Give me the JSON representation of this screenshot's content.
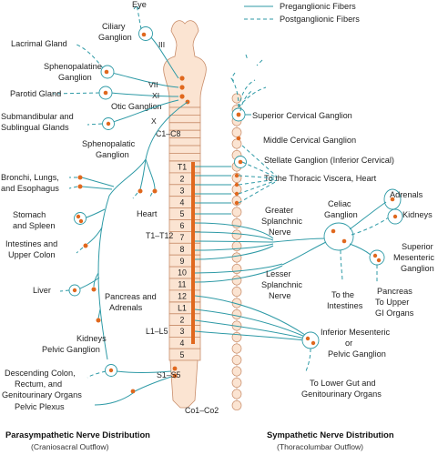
{
  "legend": {
    "preganglionic": "Preganglionic Fibers",
    "postganglionic": "Postganglionic Fibers"
  },
  "cranial_nerves": [
    "III",
    "VII",
    "XI",
    "X"
  ],
  "parasympathetic_labels": {
    "eye": "Eye",
    "ciliary": [
      "Ciliary",
      "Ganglion"
    ],
    "lacrimal": "Lacrimal Gland",
    "spheno_ganglion": [
      "Sphenopalatine",
      "Ganglion"
    ],
    "parotid": "Parotid Gland",
    "otic": "Otic Ganglion",
    "submandibular": [
      "Submandibular and",
      "Sublingual Glands"
    ],
    "spheno_palatic": [
      "Sphenopalatic",
      "Ganglion"
    ],
    "bronchi": [
      "Bronchi, Lungs,",
      "and Esophagus"
    ],
    "heart": "Heart",
    "stomach": [
      "Stomach",
      "and Spleen"
    ],
    "intestines": [
      "Intestines and",
      "Upper Colon"
    ],
    "liver": "Liver",
    "pancreas": [
      "Pancreas and",
      "Adrenals"
    ],
    "kidneys": "Kidneys",
    "pelvic_ganglion": "Pelvic Ganglion",
    "descending": [
      "Descending Colon,",
      "Rectum, and",
      "Genitourinary Organs"
    ],
    "pelvic_plexus": "Pelvic Plexus"
  },
  "spinal_labels": {
    "c1c8": "C1–C8",
    "t1t12": "T1–T12",
    "l1l5": "L1–L5",
    "s1s5": "S1–S5",
    "co1co2": "Co1–Co2",
    "thoracic_segments": [
      "T1",
      "2",
      "3",
      "4",
      "5",
      "6",
      "7",
      "8",
      "9",
      "10",
      "11",
      "12"
    ],
    "lumbar_segments": [
      "L1",
      "2",
      "3",
      "4",
      "5"
    ]
  },
  "sympathetic_labels": {
    "superior_cervical": "Superior Cervical Ganglion",
    "middle_cervical": "Middle Cervical Ganglion",
    "stellate": "Stellate Ganglion (Inferior Cervical)",
    "thoracic_viscera": "To the Thoracic Viscera, Heart",
    "greater_splanchnic": [
      "Greater",
      "Splanchnic",
      "Nerve"
    ],
    "celiac": [
      "Celiac",
      "Ganglion"
    ],
    "adrenals": "Adrenals",
    "kidneys": "Kidneys",
    "superior_mesenteric": [
      "Superior",
      "Mesenteric",
      "Ganglion"
    ],
    "lesser_splanchnic": [
      "Lesser",
      "Splanchnic",
      "Nerve"
    ],
    "to_intestines": [
      "To the",
      "Intestines"
    ],
    "pancreas_upper_gi": [
      "Pancreas",
      "To Upper",
      "GI Organs"
    ],
    "inferior_mesenteric": [
      "Inferior Mesenteric",
      "or",
      "Pelvic Ganglion"
    ],
    "lower_gut": [
      "To Lower Gut and",
      "Genitourinary Organs"
    ]
  },
  "captions": {
    "left_title": "Parasympathetic Nerve Distribution",
    "left_sub": "(Craniosacral Outflow)",
    "right_title": "Sympathetic Nerve Distribution",
    "right_sub": "(Thoracolumbar Outflow)"
  },
  "colors": {
    "fiber": "#2e9aa6",
    "nucleus": "#e0681e",
    "cord_fill": "#fbe4d2",
    "cord_outline": "#c98d6a"
  }
}
